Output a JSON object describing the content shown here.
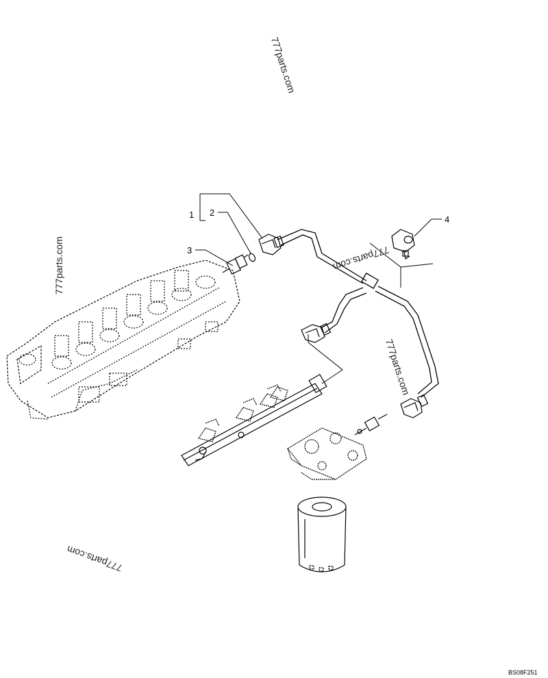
{
  "watermarks": [
    "777parts.com",
    "777parts.com",
    "777parts.com",
    "777parts.com",
    "777parts.com"
  ],
  "callouts": [
    "1",
    "2",
    "3",
    "4"
  ],
  "drawing_code": "BS08F251",
  "colors": {
    "line": "#000000",
    "background": "#ffffff"
  }
}
